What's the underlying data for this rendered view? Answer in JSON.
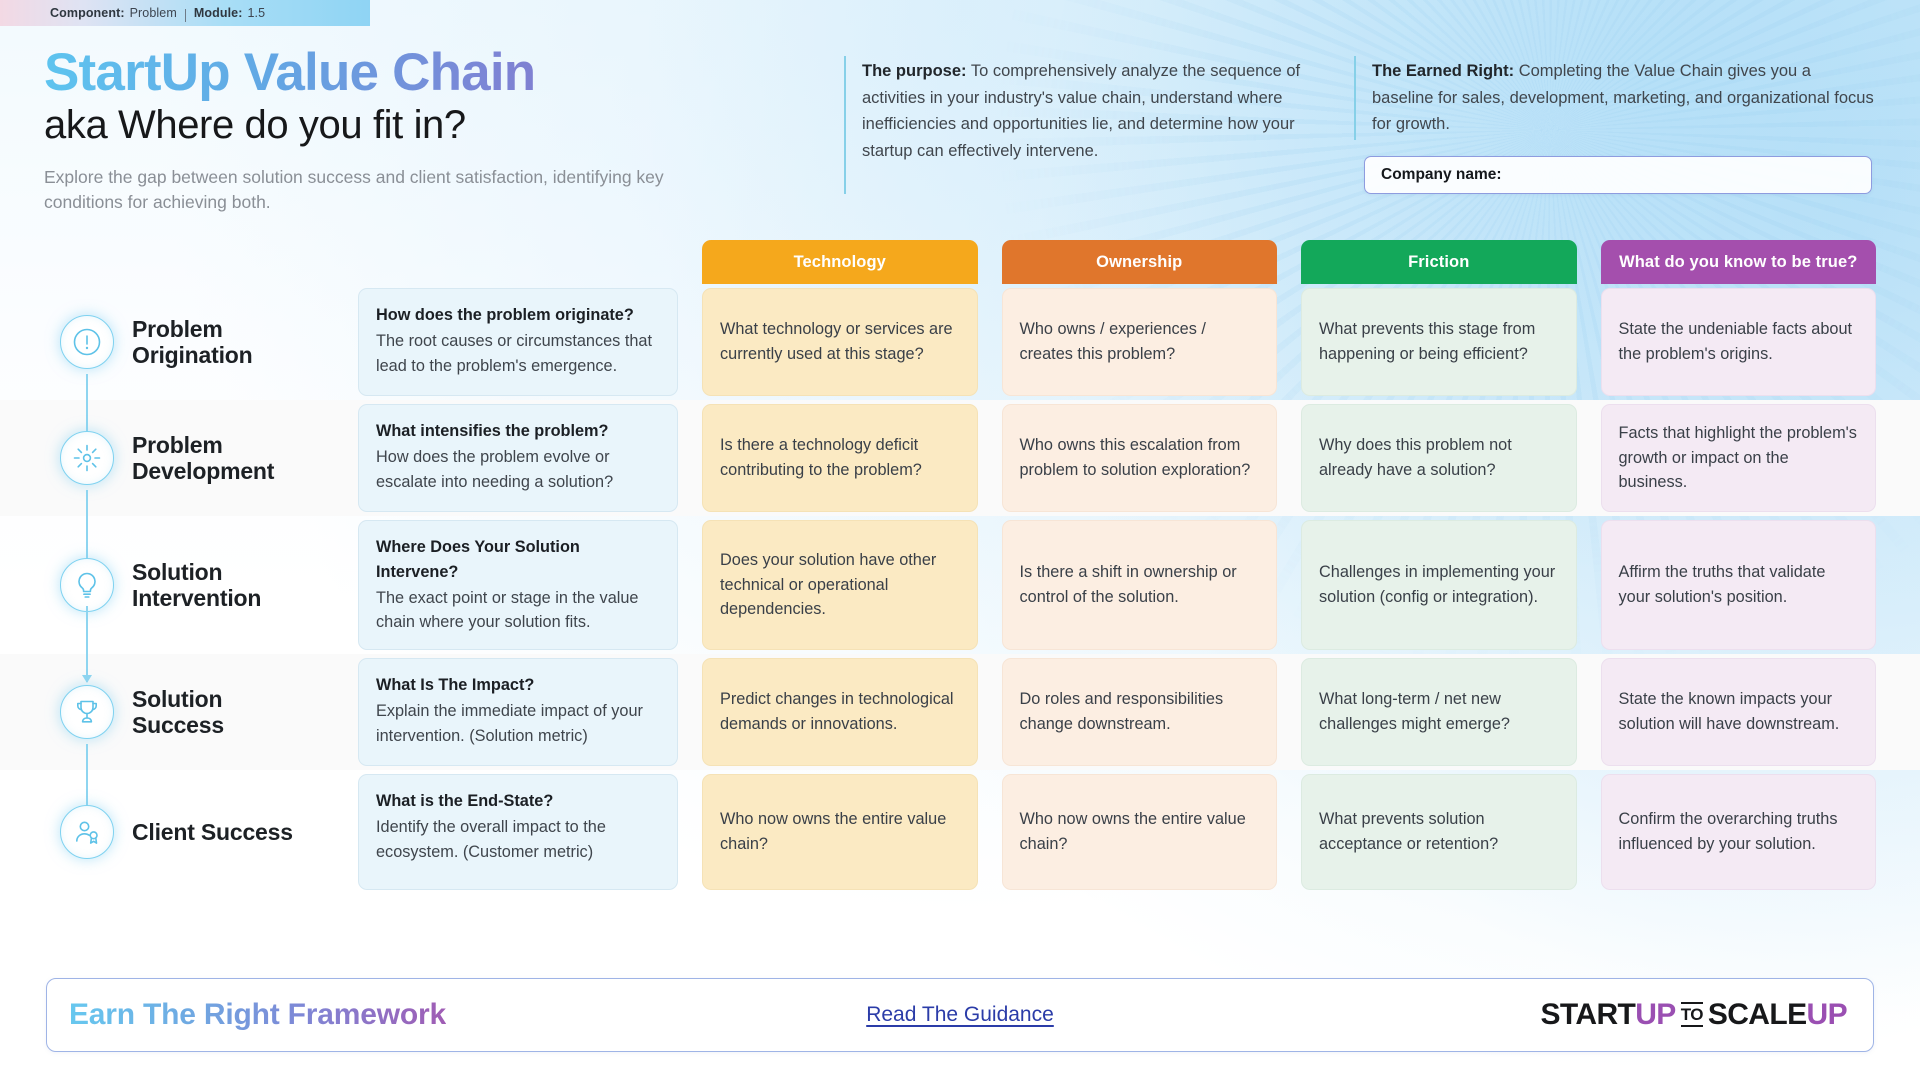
{
  "ribbon": {
    "component_label": "Component:",
    "component_value": "Problem",
    "module_label": "Module:",
    "module_value": "1.5"
  },
  "header": {
    "title": "StartUp Value Chain",
    "subtitle": "aka Where do you fit in?",
    "tagline": "Explore the gap between solution success and client satisfaction, identifying key conditions for achieving both.",
    "purpose_label": "The purpose:",
    "purpose_text": "To comprehensively analyze the sequence of activities in your industry's value chain, understand where inefficiencies and opportunities lie, and determine how your startup can effectively intervene.",
    "earned_right_label": "The Earned Right:",
    "earned_right_text": "Completing the Value Chain gives you a baseline for  sales, development, marketing, and organizational focus for growth.",
    "company_field_label": "Company name:",
    "company_field_value": ""
  },
  "columns": [
    {
      "key": "technology",
      "label": "Technology",
      "color": "#f5a81c"
    },
    {
      "key": "ownership",
      "label": "Ownership",
      "color": "#e0762c"
    },
    {
      "key": "friction",
      "label": "Friction",
      "color": "#13a85a"
    },
    {
      "key": "truth",
      "label": "What do you know to be true?",
      "color": "#a44fad"
    }
  ],
  "rows": [
    {
      "stage": "Problem Origination",
      "icon": "alert-circle-icon",
      "question_title": "How does the problem originate?",
      "question_desc": "The root causes or circumstances that lead to the problem's emergence.",
      "technology": "What technology or services are currently used at this stage?",
      "ownership": "Who owns / experiences / creates this problem?",
      "friction": "What prevents this stage from happening or being efficient?",
      "truth": "State the undeniable facts about the problem's origins."
    },
    {
      "stage": "Problem Development",
      "icon": "burst-icon",
      "question_title": "What intensifies the problem?",
      "question_desc": "How does the problem evolve or escalate into needing a solution?",
      "technology": "Is there a technology deficit contributing to the problem?",
      "ownership": "Who owns this escalation from problem to solution exploration?",
      "friction": "Why does this problem not already have a solution?",
      "truth": "Facts that highlight the problem's growth or impact on the business."
    },
    {
      "stage": "Solution Intervention",
      "icon": "lightbulb-icon",
      "question_title": "Where Does Your Solution Intervene?",
      "question_desc": "The exact point or stage in the value chain where your solution fits.",
      "technology": "Does your solution have other technical or operational dependencies.",
      "ownership": "Is there a shift in ownership or control of the solution.",
      "friction": "Challenges in implementing your solution (config or integration).",
      "truth": "Affirm the truths that validate your solution's position."
    },
    {
      "stage": "Solution Success",
      "icon": "trophy-icon",
      "question_title": "What Is The Impact?",
      "question_desc": "Explain the immediate impact of your intervention. (Solution metric)",
      "technology": "Predict changes in technological demands or innovations.",
      "ownership": "Do roles and responsibilities change downstream.",
      "friction": "What long-term / net new challenges might emerge?",
      "truth": "State the known impacts your solution will have downstream."
    },
    {
      "stage": "Client Success",
      "icon": "user-badge-icon",
      "question_title": "What is the End-State?",
      "question_desc": "Identify the overall impact to the ecosystem. (Customer metric)",
      "technology": "Who now owns the entire value chain?",
      "ownership": "Who now owns the entire value chain?",
      "friction": "What prevents solution acceptance or retention?",
      "truth": "Confirm the overarching truths influenced by your solution."
    }
  ],
  "footer": {
    "title": "Earn The Right Framework",
    "link": "Read The Guidance",
    "brand_start": "START",
    "brand_up1": "UP",
    "brand_to": "TO",
    "brand_scale": "SCALE",
    "brand_up2": "UP"
  }
}
